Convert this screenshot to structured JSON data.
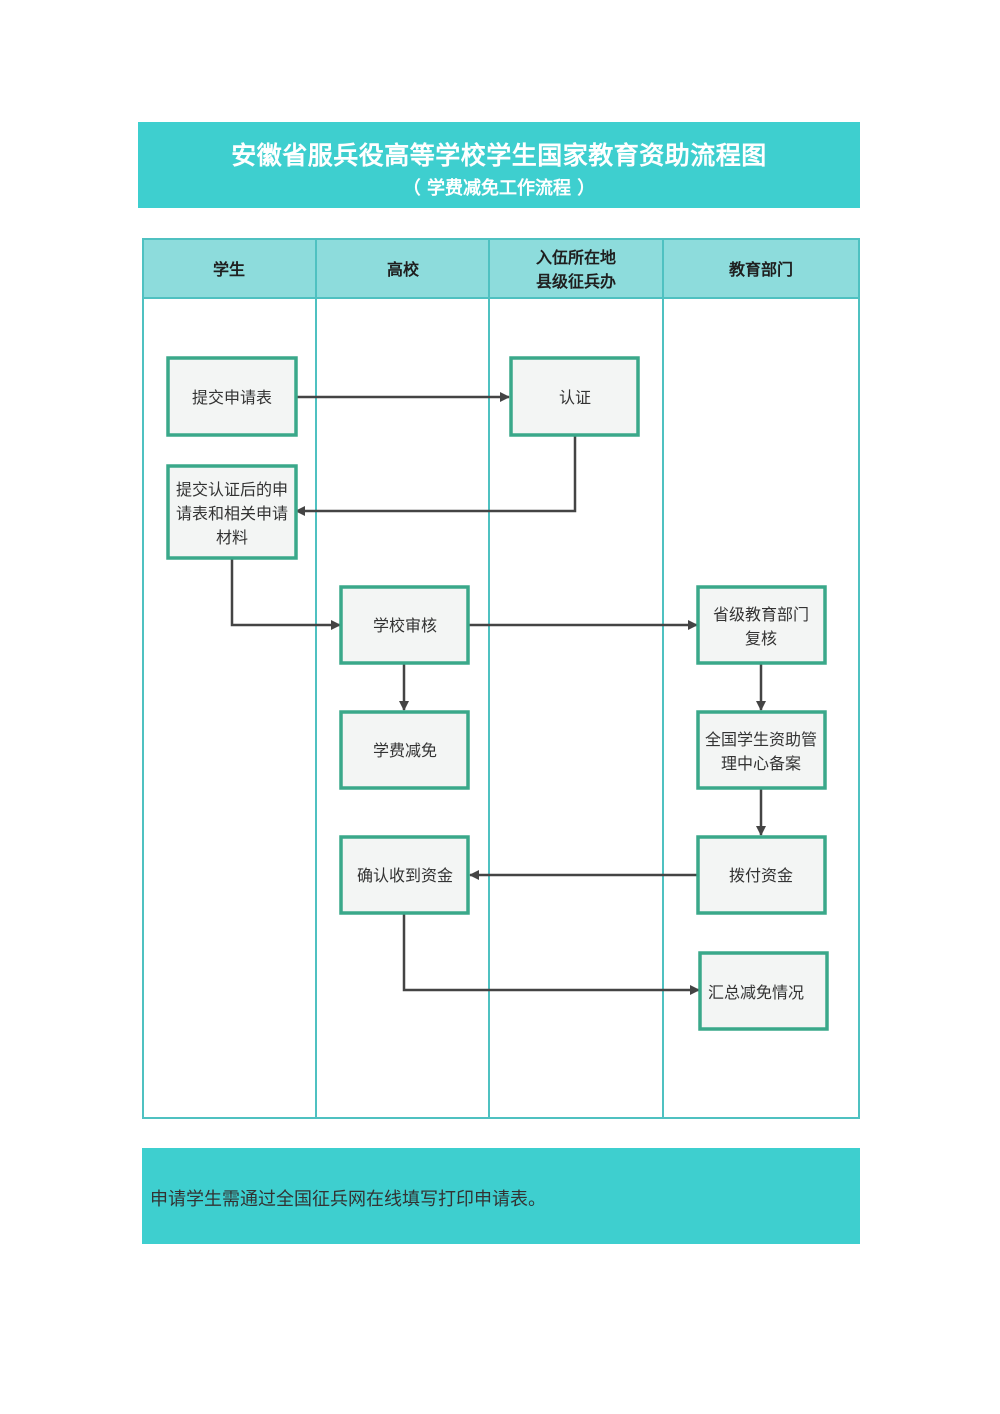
{
  "title": {
    "main": "安徽省服兵役高等学校学生国家教育资助流程图",
    "sub": "（ 学费减免工作流程 ）"
  },
  "lanes": {
    "student": "学生",
    "college": "高校",
    "veteran_office_line1": "入伍所在地",
    "veteran_office_line2": "县级征兵办",
    "education_dept": "教育部门"
  },
  "steps": {
    "submit_application": "提交申请表",
    "certify": "认证",
    "submit_materials_line1": "提交认证后的申",
    "submit_materials_line2": "请表和相关申请",
    "submit_materials_line3": "材料",
    "school_review": "学校审核",
    "provincial_review_line1": "省级教育部门",
    "provincial_review_line2": "复核",
    "tuition_waiver": "学费减免",
    "national_filing_line1": "全国学生资助管",
    "national_filing_line2": "理中心备案",
    "confirm_funds": "确认收到资金",
    "allocate_funds": "拨付资金",
    "summarize": "汇总减免情况"
  },
  "note": "申请学生需通过全国征兵网在线填写打印申请表。",
  "colors": {
    "banner": "#3ecfcf",
    "lane_header": "#8ddcdc",
    "lane_border": "#4fc1c1",
    "box_border": "#3aa88a",
    "box_fill": "#f3f5f4",
    "arrow": "#444444"
  }
}
